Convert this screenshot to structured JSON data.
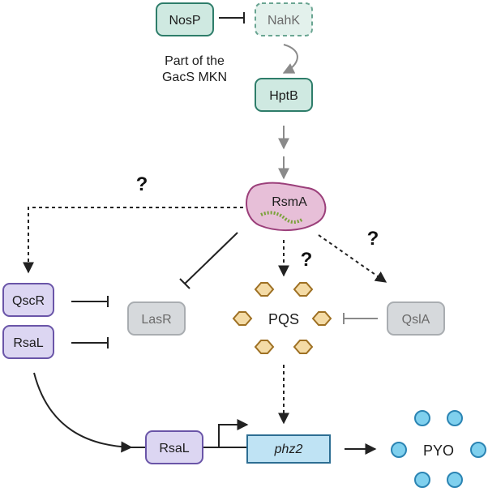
{
  "nodes": {
    "nosp": "NosP",
    "nahk": "NahK",
    "gacs_note_line1": "Part of the",
    "gacs_note_line2": "GacS MKN",
    "hptb": "HptB",
    "rsma": "RsmA",
    "qscr": "QscR",
    "rsal_left": "RsaL",
    "lasr": "LasR",
    "pqs": "PQS",
    "qsla": "QslA",
    "rsal_promoter": "RsaL",
    "phz2": "phz2",
    "pyo": "PYO"
  },
  "question_marks": {
    "left": "?",
    "center": "?",
    "right": "?"
  },
  "colors": {
    "teal_fill": "#cfe9e1",
    "teal_stroke": "#2e7d6a",
    "gray_fill": "#d6d9dc",
    "gray_stroke": "#a9adb1",
    "purple_fill": "#dcd6f2",
    "purple_stroke": "#6a55a8",
    "rsma_fill": "#e7bfd8",
    "rsma_stroke": "#9b3f7a",
    "pqs_fill": "#f4dba6",
    "pqs_stroke": "#9e7023",
    "phz2_fill": "#bfe3f4",
    "phz2_stroke": "#2d6e93",
    "pyo_fill": "#7fd0ee",
    "pyo_stroke": "#2b84b3",
    "arrow_dark": "#222222",
    "arrow_gray": "#8a8a8a"
  }
}
